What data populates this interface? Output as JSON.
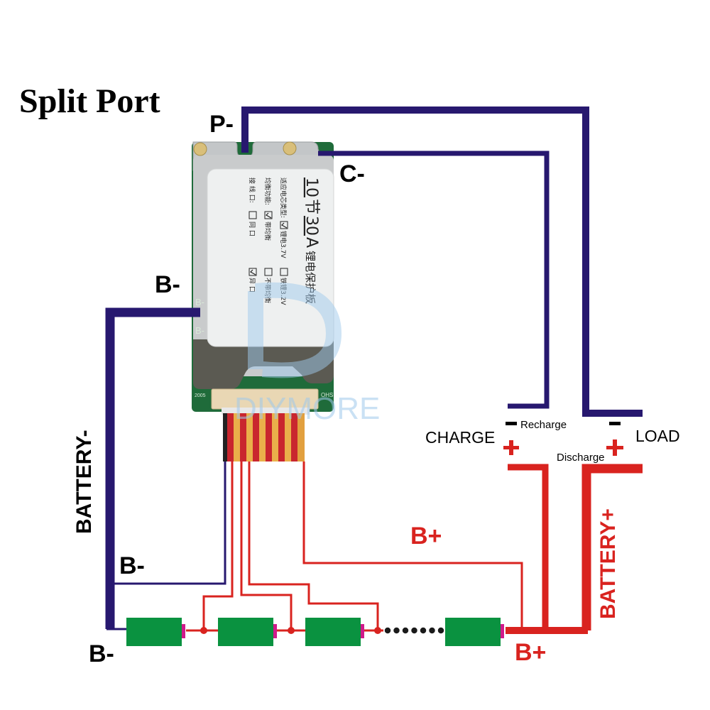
{
  "title": "Split Port",
  "colors": {
    "negative_wire": "#27186f",
    "positive_wire": "#d9231f",
    "cell_body": "#0a9240",
    "cell_terminal": "#d0198b",
    "board_metal": "#c9cbcc",
    "pcb_green": "#1f6b3a",
    "label_sticker": "#eef0f0"
  },
  "terminals": {
    "p_minus": "P-",
    "c_minus": "C-",
    "b_minus_board": "B-",
    "b_minus_balance": "B-",
    "b_minus_battery": "B-",
    "b_plus_balance": "B+",
    "b_plus_battery": "B+"
  },
  "side_labels": {
    "battery_minus": "BATTERY-",
    "battery_plus": "BATTERY+"
  },
  "ports": {
    "charge": {
      "label": "CHARGE",
      "minus": "−",
      "plus": "+",
      "note": "Recharge"
    },
    "load": {
      "label": "LOAD",
      "minus": "−",
      "plus": "+",
      "note": "Discharge"
    }
  },
  "board": {
    "sticker_title_cells": "10",
    "sticker_title_unit1": "节",
    "sticker_title_current": "30",
    "sticker_title_unit2": "A",
    "sticker_title_rest": "锂电保护板",
    "sticker_rows": [
      {
        "label": "适应电芯类型:",
        "opt1_checked": true,
        "opt1": "锂电3.7V",
        "opt2_checked": false,
        "opt2": "铁锂3.2V"
      },
      {
        "label": "均衡功能:",
        "opt1_checked": true,
        "opt1": "带均衡",
        "opt2_checked": false,
        "opt2": "不带均衡"
      },
      {
        "label": "接 线 口:",
        "opt1_checked": false,
        "opt1": "同 口",
        "opt2_checked": true,
        "opt2": "异 口"
      }
    ],
    "silk_b_minus_1": "B-",
    "silk_b_minus_2": "B-",
    "silk_left": "2005",
    "silk_right": "OHS",
    "watermark": "DIYMORE"
  },
  "cells": {
    "visible_count": 4,
    "ellipsis_dots": 7
  }
}
